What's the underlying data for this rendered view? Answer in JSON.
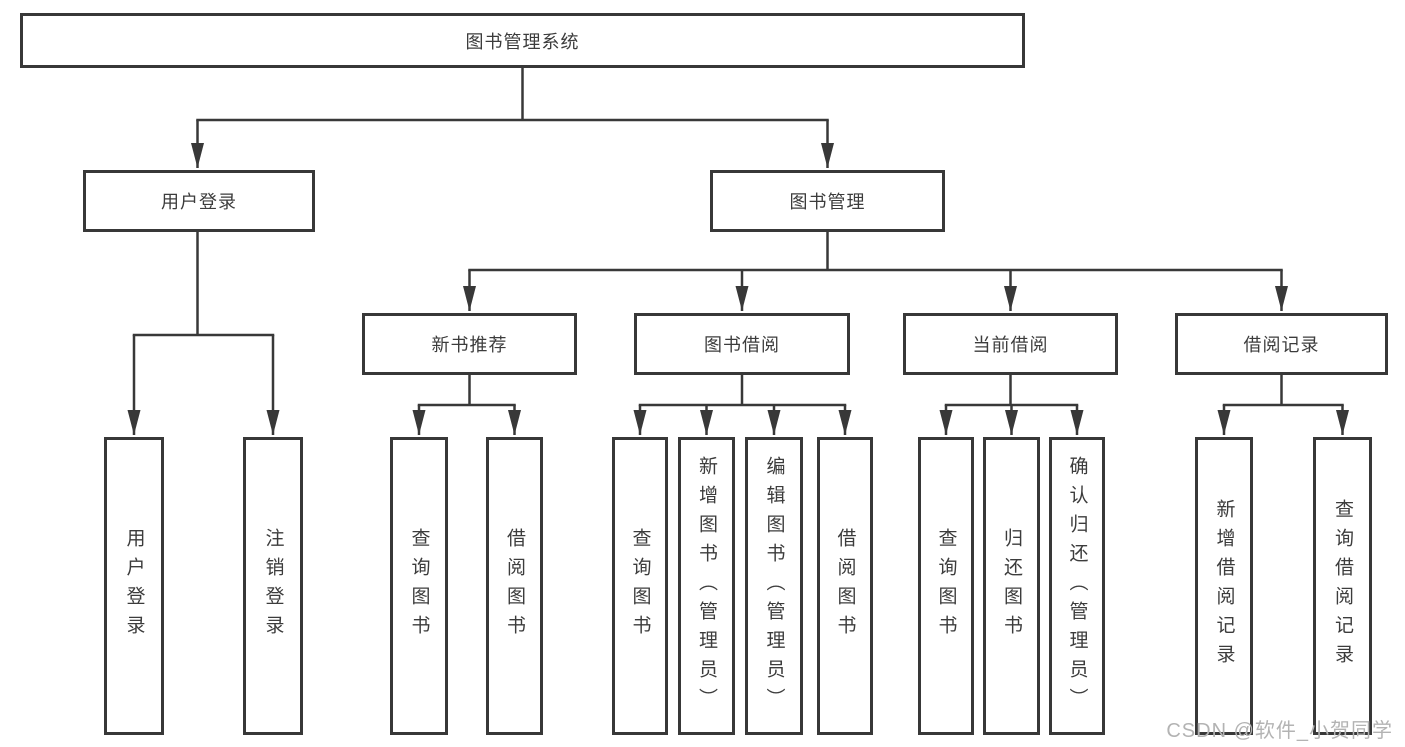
{
  "title_box": {
    "label": "图书管理系统"
  },
  "branches": [
    {
      "label": "用户登录",
      "leaves": [
        {
          "label": "用户登录"
        },
        {
          "label": "注销登录"
        }
      ]
    },
    {
      "label": "图书管理",
      "groups": [
        {
          "label": "新书推荐",
          "leaves": [
            {
              "label": "查询图书"
            },
            {
              "label": "借阅图书"
            }
          ]
        },
        {
          "label": "图书借阅",
          "leaves": [
            {
              "label": "查询图书"
            },
            {
              "label": "新增图书（管理员）"
            },
            {
              "label": "编辑图书（管理员）"
            },
            {
              "label": "借阅图书"
            }
          ]
        },
        {
          "label": "当前借阅",
          "leaves": [
            {
              "label": "查询图书"
            },
            {
              "label": "归还图书"
            },
            {
              "label": "确认归还（管理员）"
            }
          ]
        },
        {
          "label": "借阅记录",
          "leaves": [
            {
              "label": "新增借阅记录"
            },
            {
              "label": "查询借阅记录"
            }
          ]
        }
      ]
    }
  ],
  "watermark": {
    "text": "CSDN @软件_小贺同学"
  },
  "colors": {
    "line": "#383838",
    "border": "#383838",
    "text": "#3c3c3c",
    "watermark": "#b3b3b3",
    "background": "#ffffff"
  }
}
